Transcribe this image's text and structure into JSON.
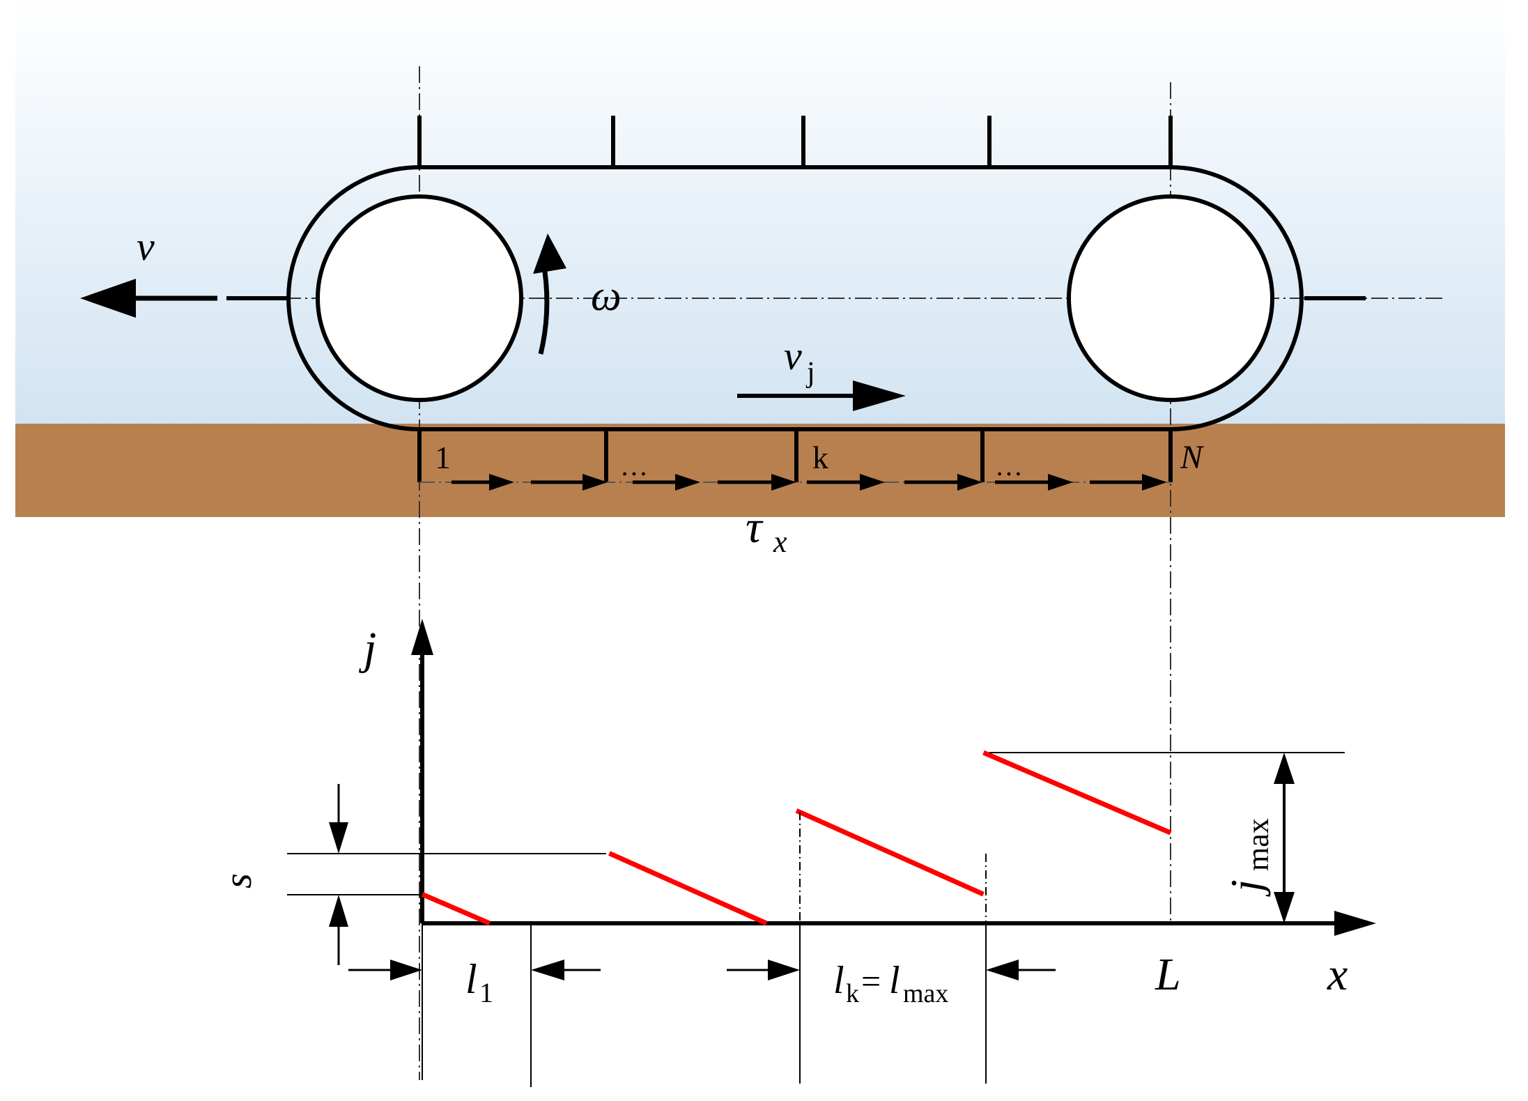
{
  "labels": {
    "v": "v",
    "omega": "ω",
    "vj_main": "v",
    "vj_sub": "j",
    "track_start": "1",
    "track_dots_1": "…",
    "track_k": "k",
    "track_dots_2": "…",
    "track_end": "N",
    "tau_main": "τ",
    "tau_sub": "x",
    "j_axis": "j",
    "x_axis": "x",
    "L_mark": "L",
    "s_label": "s",
    "jmax_main": "j",
    "jmax_sub": "max",
    "l1_main": "l",
    "l1_sub": "1",
    "lk_main": "l",
    "lk_sub": "k",
    "lk_eq": "=",
    "lmax_main": "l",
    "lmax_sub": "max"
  },
  "colors": {
    "sky_top": "#ffffff",
    "sky_bottom": "#d2e4f2",
    "ground": "#b9804f",
    "stroke": "#000000",
    "shear_line": "#ff0000"
  },
  "chart_data": {
    "type": "line",
    "xlabel": "x",
    "ylabel": "j",
    "segments": [
      {
        "x": [
          0.0,
          0.09
        ],
        "y": [
          0.17,
          0.0
        ]
      },
      {
        "x": [
          0.25,
          0.46
        ],
        "y": [
          0.41,
          0.0
        ]
      },
      {
        "x": [
          0.5,
          0.75
        ],
        "y": [
          0.66,
          0.17
        ]
      },
      {
        "x": [
          0.75,
          1.0
        ],
        "y": [
          1.0,
          0.53
        ]
      }
    ]
  }
}
